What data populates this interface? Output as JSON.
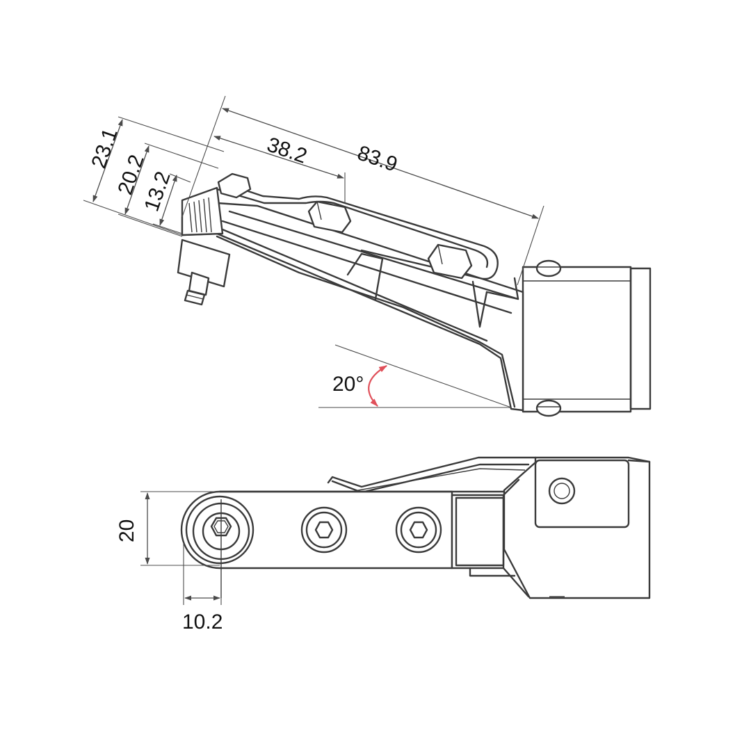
{
  "dimensions": {
    "total_length": "83.9",
    "mid_length": "38.2",
    "height_outer": "23.1",
    "height_mid": "20.2",
    "height_inner": "13.2",
    "side_height": "20",
    "pivot_offset": "10.2"
  },
  "angle": {
    "label": "20°",
    "color": "#e0505a"
  },
  "colors": {
    "line": "#3a3a3a",
    "dimension": "#4a4a4a",
    "text": "#111111",
    "side_height_text": "#5a1a1a"
  }
}
